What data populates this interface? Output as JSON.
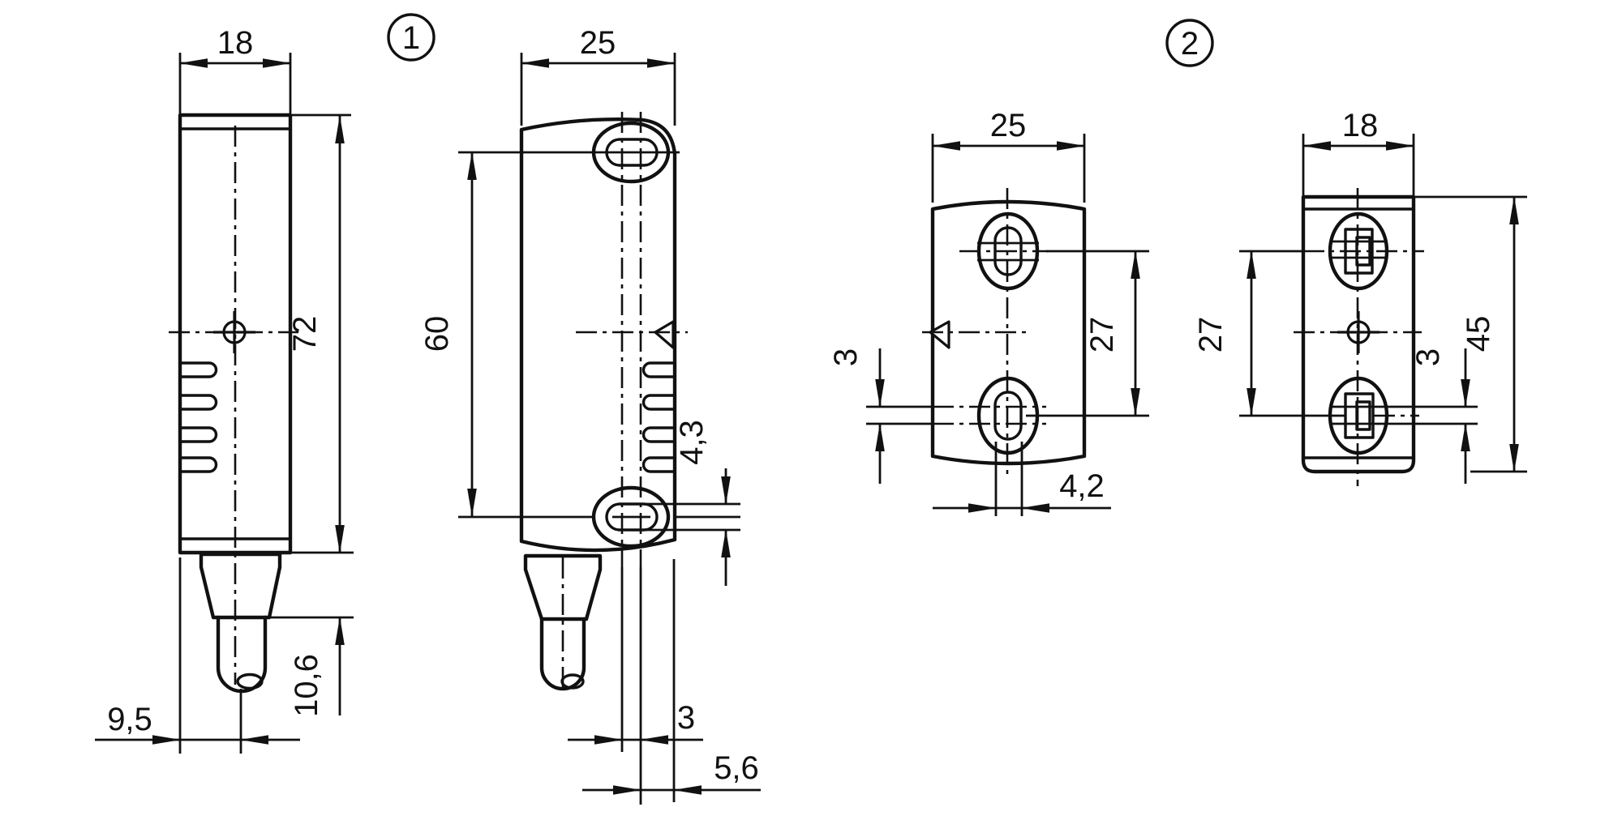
{
  "ink": "#111111",
  "background": "#ffffff",
  "variant1": {
    "marker": "1",
    "side": {
      "width": "18",
      "height": "72",
      "gland_height": "10,6",
      "cable_offset": "9,5"
    },
    "front": {
      "width": "25",
      "hole_spacing": "60",
      "slot_height": "4,3",
      "axis_offset": "3",
      "edge_offset": "5,6"
    }
  },
  "variant2": {
    "marker": "2",
    "front": {
      "width": "25",
      "hole_spacing": "27",
      "beam_offset": "3",
      "slot_width": "4,2"
    },
    "side": {
      "width": "18",
      "height": "45",
      "hole_spacing": "27",
      "beam_offset": "3"
    }
  }
}
